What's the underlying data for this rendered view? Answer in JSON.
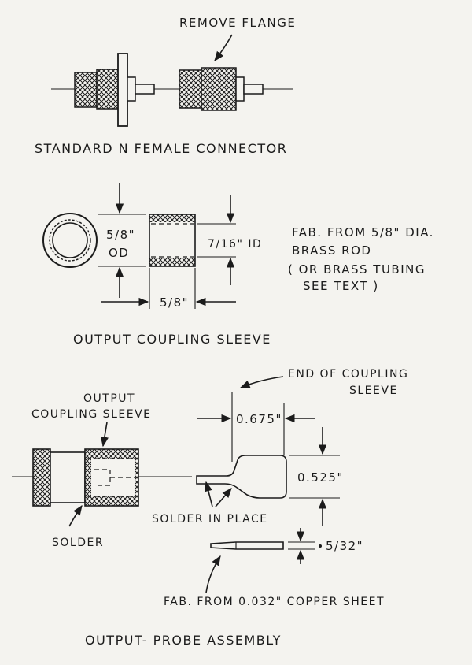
{
  "labels": {
    "remove_flange": "REMOVE FLANGE",
    "standard_connector": "STANDARD N FEMALE CONNECTOR",
    "od_value": "5/8\"",
    "od_unit": "OD",
    "id_label": "7/16\" ID",
    "length_value": "5/8\"",
    "fab_line1": "FAB. FROM 5/8\" DIA.",
    "fab_line2": "BRASS ROD",
    "alt_line1": "( OR BRASS TUBING",
    "alt_line2": "SEE TEXT )",
    "output_coupling_sleeve": "OUTPUT COUPLING SLEEVE",
    "end_of_coupling_line1": "END OF COUPLING",
    "end_of_coupling_line2": "SLEEVE",
    "dim_0675": "0.675\"",
    "sleeve_callout_line1": "OUTPUT",
    "sleeve_callout_line2": "COUPLING SLEEVE",
    "dim_0525": "0.525\"",
    "solder_in_place": "SOLDER IN PLACE",
    "dim_532": "5/32\"",
    "solder": "SOLDER",
    "fab_copper": "FAB. FROM 0.032\" COPPER SHEET",
    "output_probe_assembly": "OUTPUT- PROBE ASSEMBLY"
  }
}
